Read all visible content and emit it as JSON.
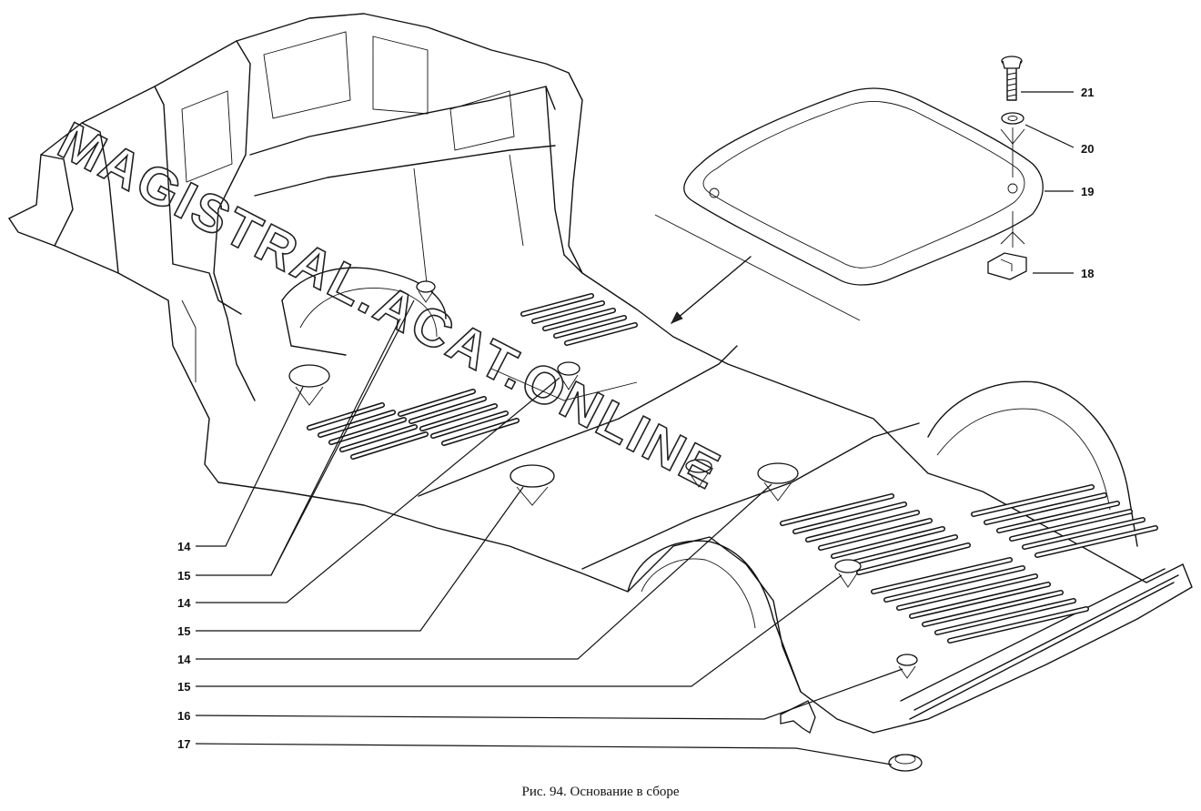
{
  "caption": "Рис. 94. Основание в сборе",
  "watermark": "MAGISTRAL.ACAT.ONLINE",
  "callouts": {
    "c14a": "14",
    "c15a": "15",
    "c14b": "14",
    "c15b": "15",
    "c14c": "14",
    "c15c": "15",
    "c16": "16",
    "c17": "17",
    "c18": "18",
    "c19": "19",
    "c20": "20",
    "c21": "21"
  }
}
